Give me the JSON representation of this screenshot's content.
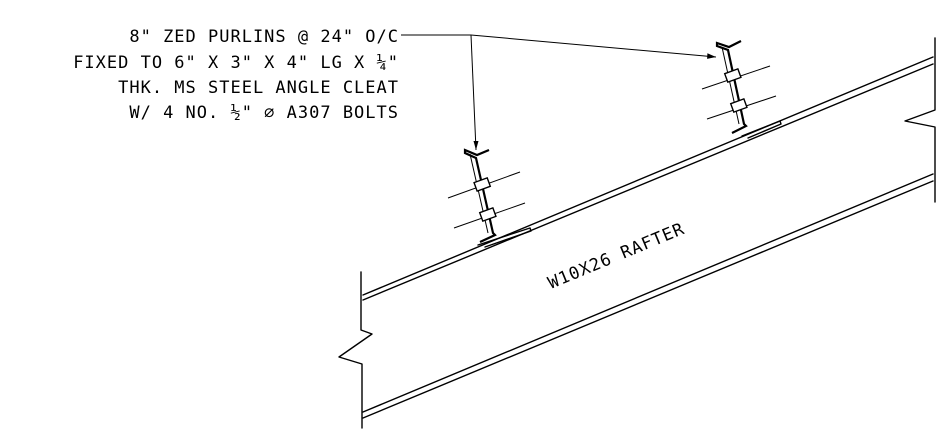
{
  "drawing": {
    "callout_note": [
      "8\" ZED PURLINS @ 24\" O/C",
      "FIXED TO 6\" X 3\" X 4\" LG X ¼\"",
      "THK. MS STEEL ANGLE CLEAT",
      "W/ 4 NO. ½\" ⌀ A307 BOLTS"
    ],
    "rafter_label": "W10X26 RAFTER"
  }
}
